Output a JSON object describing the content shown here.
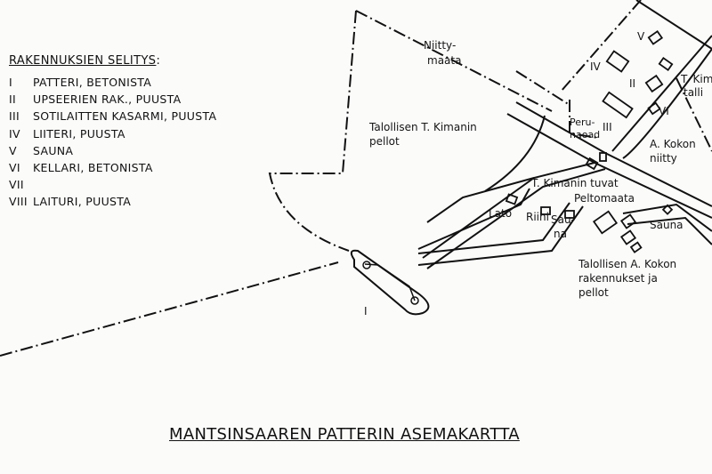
{
  "legend": {
    "title": "RAKENNUKSIEN SELITYS",
    "title_suffix": ":",
    "items": [
      {
        "numeral": "I",
        "text": "PATTERI, BETONISTA"
      },
      {
        "numeral": "II",
        "text": "UPSEERIEN RAK., PUUSTA"
      },
      {
        "numeral": "III",
        "text": "SOTILAITTEN KASARMI, PUUSTA"
      },
      {
        "numeral": "IV",
        "text": "LIITERI, PUUSTA"
      },
      {
        "numeral": "V",
        "text": "SAUNA"
      },
      {
        "numeral": "VI",
        "text": "KELLARI, BETONISTA"
      },
      {
        "numeral": "VII",
        "text": ""
      },
      {
        "numeral": "VIII",
        "text": "LAITURI, PUUSTA"
      }
    ]
  },
  "labels": {
    "niitty1": "Niitty-",
    "niitty2": "maata",
    "kimanin_fields1": "Talollisen T. Kimanin",
    "kimanin_fields2": "pellot",
    "bld_v": "V",
    "bld_iv": "IV",
    "bld_ii": "II",
    "bld_iii": "III",
    "bld_vi": "VI",
    "bld_i": "I",
    "talli1": "T. Kim",
    "talli2": "talli",
    "peru1": "Peru-",
    "peru2": "naoad",
    "kokon_niitty1": "A. Kokon",
    "kokon_niitty2": "niitty",
    "tuvat": "T. Kimanin tuvat",
    "peltomaata": "Peltomaata",
    "lato": "Lato",
    "riihi": "Riihi",
    "sauna_a1": "Sau-",
    "sauna_a2": "na",
    "sauna_b": "Sauna",
    "kokon_bld1": "Talollisen A. Kokon",
    "kokon_bld2": "rakennukset ja",
    "kokon_bld3": "pellot"
  },
  "map_title": "MANTSINSAAREN PATTERIN ASEMAKARTTA"
}
